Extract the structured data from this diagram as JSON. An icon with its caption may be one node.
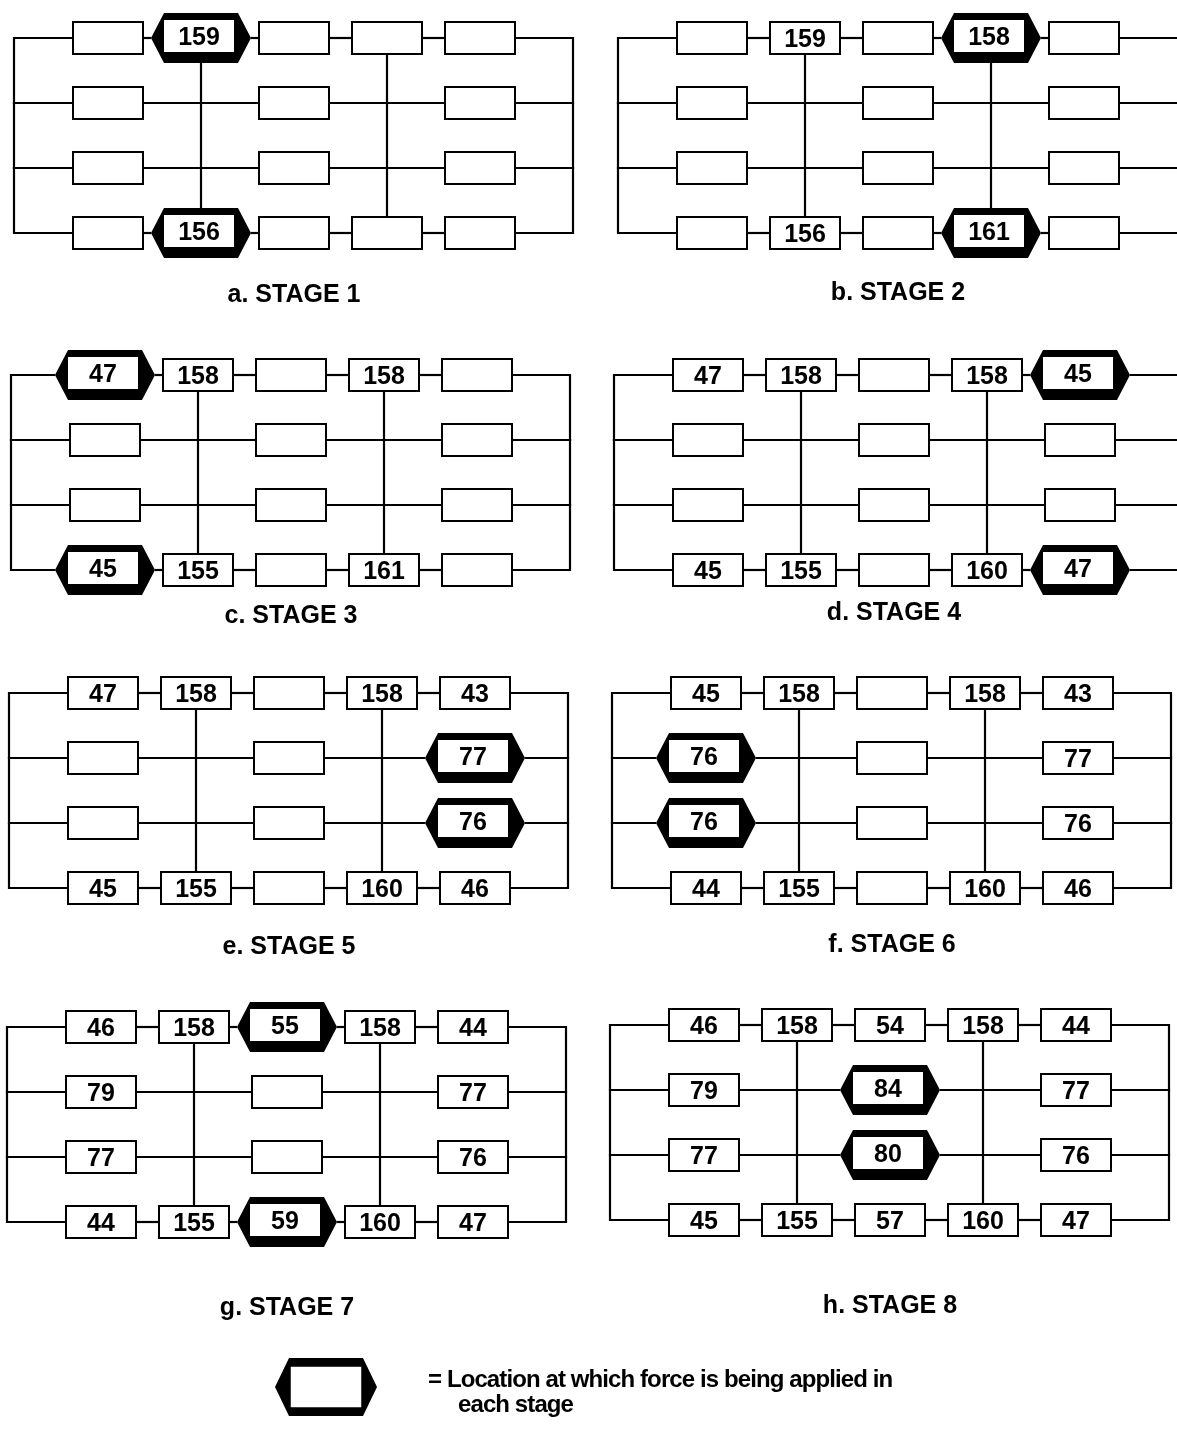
{
  "diagram": {
    "nodes": [
      {
        "text": [],
        "shape": "box"
      },
      {
        "text": [],
        "shape": "hexagon"
      },
      {
        "text": [
          "159"
        ],
        "in": 1
      },
      {
        "text": [],
        "shape": "box"
      },
      {
        "text": [],
        "shape": "box"
      },
      {
        "text": [],
        "shape": "box"
      },
      {
        "text": [],
        "shape": "box"
      },
      {
        "text": [],
        "shape": "box"
      },
      {
        "text": [],
        "shape": "box"
      },
      {
        "text": [],
        "shape": "box"
      },
      {
        "text": [],
        "shape": "box"
      },
      {
        "text": [],
        "shape": "box"
      },
      {
        "text": [],
        "shape": "box"
      },
      {
        "text": [],
        "shape": "hexagon"
      },
      {
        "text": [
          "156"
        ],
        "in": 13
      },
      {
        "text": [],
        "shape": "box"
      },
      {
        "text": [],
        "shape": "box"
      },
      {
        "text": [],
        "shape": "box"
      },
      {
        "text": [],
        "shape": "box"
      },
      {
        "text": [
          "159"
        ]
      },
      {
        "text": [],
        "shape": "box"
      },
      {
        "text": [],
        "shape": "hexagon"
      },
      {
        "text": [
          "158"
        ],
        "in": 21
      },
      {
        "text": [],
        "shape": "box"
      },
      {
        "text": [],
        "shape": "box"
      },
      {
        "text": [],
        "shape": "box"
      },
      {
        "text": [],
        "shape": "box"
      },
      {
        "text": [],
        "shape": "box"
      },
      {
        "text": [],
        "shape": "box"
      },
      {
        "text": [],
        "shape": "box"
      },
      {
        "text": [],
        "shape": "box"
      },
      {
        "text": [
          "156"
        ]
      },
      {
        "text": [],
        "shape": "box"
      },
      {
        "text": [],
        "shape": "hexagon"
      },
      {
        "text": [
          "161"
        ],
        "in": 33
      },
      {
        "text": [],
        "shape": "box"
      },
      {
        "text": [],
        "shape": "hexagon"
      },
      {
        "text": [
          "47"
        ],
        "in": 36
      },
      {
        "text": [
          "158"
        ]
      },
      {
        "text": [],
        "shape": "box"
      },
      {
        "text": [
          "158"
        ]
      },
      {
        "text": [],
        "shape": "box"
      },
      {
        "text": [],
        "shape": "box"
      },
      {
        "text": [],
        "shape": "box"
      },
      {
        "text": [],
        "shape": "box"
      },
      {
        "text": [],
        "shape": "box"
      },
      {
        "text": [],
        "shape": "box"
      },
      {
        "text": [],
        "shape": "box"
      },
      {
        "text": [],
        "shape": "hexagon"
      },
      {
        "text": [
          "45"
        ],
        "in": 48
      },
      {
        "text": [
          "155"
        ]
      },
      {
        "text": [],
        "shape": "box"
      },
      {
        "text": [
          "161"
        ]
      },
      {
        "text": [],
        "shape": "box"
      },
      {
        "text": [
          "47"
        ]
      },
      {
        "text": [
          "158"
        ]
      },
      {
        "text": [],
        "shape": "box"
      },
      {
        "text": [
          "158"
        ]
      },
      {
        "text": [],
        "shape": "hexagon"
      },
      {
        "text": [
          "45"
        ],
        "in": 58
      },
      {
        "text": [],
        "shape": "box"
      },
      {
        "text": [],
        "shape": "box"
      },
      {
        "text": [],
        "shape": "box"
      },
      {
        "text": [],
        "shape": "box"
      },
      {
        "text": [],
        "shape": "box"
      },
      {
        "text": [],
        "shape": "box"
      },
      {
        "text": [
          "45"
        ]
      },
      {
        "text": [
          "155"
        ]
      },
      {
        "text": [],
        "shape": "box"
      },
      {
        "text": [
          "160"
        ]
      },
      {
        "text": [],
        "shape": "hexagon"
      },
      {
        "text": [
          "47"
        ],
        "in": 70
      },
      {
        "text": [
          "47"
        ]
      },
      {
        "text": [
          "158"
        ]
      },
      {
        "text": [],
        "shape": "box"
      },
      {
        "text": [
          "158"
        ]
      },
      {
        "text": [
          "43"
        ]
      },
      {
        "text": [],
        "shape": "box"
      },
      {
        "text": [],
        "shape": "box"
      },
      {
        "text": [],
        "shape": "hexagon"
      },
      {
        "text": [
          "77"
        ],
        "in": 79
      },
      {
        "text": [],
        "shape": "box"
      },
      {
        "text": [],
        "shape": "box"
      },
      {
        "text": [],
        "shape": "hexagon"
      },
      {
        "text": [
          "76"
        ],
        "in": 83
      },
      {
        "text": [
          "45"
        ]
      },
      {
        "text": [
          "155"
        ]
      },
      {
        "text": [],
        "shape": "box"
      },
      {
        "text": [
          "160"
        ]
      },
      {
        "text": [
          "46"
        ]
      },
      {
        "text": [
          "45"
        ]
      },
      {
        "text": [
          "158"
        ]
      },
      {
        "text": [],
        "shape": "box"
      },
      {
        "text": [
          "158"
        ]
      },
      {
        "text": [
          "43"
        ]
      },
      {
        "text": [],
        "shape": "hexagon"
      },
      {
        "text": [
          "76"
        ],
        "in": 95
      },
      {
        "text": [],
        "shape": "box"
      },
      {
        "text": [
          "77"
        ]
      },
      {
        "text": [],
        "shape": "hexagon"
      },
      {
        "text": [
          "76"
        ],
        "in": 99
      },
      {
        "text": [],
        "shape": "box"
      },
      {
        "text": [
          "76"
        ]
      },
      {
        "text": [
          "44"
        ]
      },
      {
        "text": [
          "155"
        ]
      },
      {
        "text": [],
        "shape": "box"
      },
      {
        "text": [
          "160"
        ]
      },
      {
        "text": [
          "46"
        ]
      },
      {
        "text": [
          "46"
        ]
      },
      {
        "text": [
          "158"
        ]
      },
      {
        "text": [],
        "shape": "hexagon"
      },
      {
        "text": [
          "55"
        ],
        "in": 110
      },
      {
        "text": [
          "158"
        ]
      },
      {
        "text": [
          "44"
        ]
      },
      {
        "text": [
          "79"
        ]
      },
      {
        "text": [],
        "shape": "box"
      },
      {
        "text": [
          "77"
        ]
      },
      {
        "text": [
          "77"
        ]
      },
      {
        "text": [],
        "shape": "box"
      },
      {
        "text": [
          "76"
        ]
      },
      {
        "text": [
          "44"
        ]
      },
      {
        "text": [
          "155"
        ]
      },
      {
        "text": [],
        "shape": "hexagon"
      },
      {
        "text": [
          "59"
        ],
        "in": 122
      },
      {
        "text": [
          "160"
        ]
      },
      {
        "text": [
          "47"
        ]
      },
      {
        "text": [
          "46"
        ]
      },
      {
        "text": [
          "158"
        ]
      },
      {
        "text": [
          "54"
        ]
      },
      {
        "text": [
          "158"
        ]
      },
      {
        "text": [
          "44"
        ]
      },
      {
        "text": [
          "79"
        ]
      },
      {
        "text": [],
        "shape": "hexagon"
      },
      {
        "text": [
          "84"
        ],
        "in": 132
      },
      {
        "text": [
          "77"
        ]
      },
      {
        "text": [
          "77"
        ]
      },
      {
        "text": [],
        "shape": "hexagon"
      },
      {
        "text": [
          "80"
        ],
        "in": 136
      },
      {
        "text": [
          "76"
        ]
      },
      {
        "text": [
          "45"
        ]
      },
      {
        "text": [
          "155"
        ]
      },
      {
        "text": [
          "57"
        ]
      },
      {
        "text": [
          "160"
        ]
      },
      {
        "text": [
          "47"
        ]
      }
    ],
    "edges": [
      {
        "from": 0,
        "to": 1,
        "arrow": "none"
      },
      {
        "from": 1,
        "to": 3,
        "arrow": "none"
      },
      {
        "from": 3,
        "to": 4,
        "arrow": "none"
      },
      {
        "from": 4,
        "to": 5,
        "arrow": "none"
      },
      {
        "from": 6,
        "to": 7,
        "arrow": "none"
      },
      {
        "from": 7,
        "to": 8,
        "arrow": "none"
      },
      {
        "from": 9,
        "to": 10,
        "arrow": "none"
      },
      {
        "from": 10,
        "to": 11,
        "arrow": "none"
      },
      {
        "from": 12,
        "to": 13,
        "arrow": "none"
      },
      {
        "from": 13,
        "to": 15,
        "arrow": "none"
      },
      {
        "from": 15,
        "to": 16,
        "arrow": "none"
      },
      {
        "from": 16,
        "to": 17,
        "arrow": "none"
      },
      {
        "from": 1,
        "to": 13,
        "arrow": "none"
      },
      {
        "from": 4,
        "to": 16,
        "arrow": "none"
      },
      {
        "from": 0,
        "to": 6,
        "arrow": "none"
      },
      {
        "from": 6,
        "to": 9,
        "arrow": "none"
      },
      {
        "from": 9,
        "to": 12,
        "arrow": "none"
      },
      {
        "from": 5,
        "to": 8,
        "arrow": "none"
      },
      {
        "from": 8,
        "to": 11,
        "arrow": "none"
      },
      {
        "from": 11,
        "to": 17,
        "arrow": "none"
      },
      {
        "from": 18,
        "to": 19,
        "arrow": "none"
      },
      {
        "from": 19,
        "to": 20,
        "arrow": "none"
      },
      {
        "from": 20,
        "to": 21,
        "arrow": "none"
      },
      {
        "from": 21,
        "to": 23,
        "arrow": "none"
      },
      {
        "from": 24,
        "to": 25,
        "arrow": "none"
      },
      {
        "from": 25,
        "to": 26,
        "arrow": "none"
      },
      {
        "from": 27,
        "to": 28,
        "arrow": "none"
      },
      {
        "from": 28,
        "to": 29,
        "arrow": "none"
      },
      {
        "from": 30,
        "to": 31,
        "arrow": "none"
      },
      {
        "from": 31,
        "to": 32,
        "arrow": "none"
      },
      {
        "from": 32,
        "to": 33,
        "arrow": "none"
      },
      {
        "from": 33,
        "to": 35,
        "arrow": "none"
      },
      {
        "from": 19,
        "to": 31,
        "arrow": "none"
      },
      {
        "from": 21,
        "to": 33,
        "arrow": "none"
      },
      {
        "from": 18,
        "to": 24,
        "arrow": "none"
      },
      {
        "from": 24,
        "to": 27,
        "arrow": "none"
      },
      {
        "from": 27,
        "to": 30,
        "arrow": "none"
      },
      {
        "from": 23,
        "to": null,
        "arrow": "none"
      },
      {
        "from": 26,
        "to": null,
        "arrow": "none"
      },
      {
        "from": 29,
        "to": null,
        "arrow": "none"
      },
      {
        "from": 35,
        "to": null,
        "arrow": "none"
      },
      {
        "from": 36,
        "to": 38,
        "arrow": "none"
      },
      {
        "from": 38,
        "to": 39,
        "arrow": "none"
      },
      {
        "from": 39,
        "to": 40,
        "arrow": "none"
      },
      {
        "from": 40,
        "to": 41,
        "arrow": "none"
      },
      {
        "from": 42,
        "to": 43,
        "arrow": "none"
      },
      {
        "from": 43,
        "to": 44,
        "arrow": "none"
      },
      {
        "from": 45,
        "to": 46,
        "arrow": "none"
      },
      {
        "from": 46,
        "to": 47,
        "arrow": "none"
      },
      {
        "from": 48,
        "to": 50,
        "arrow": "none"
      },
      {
        "from": 50,
        "to": 51,
        "arrow": "none"
      },
      {
        "from": 51,
        "to": 52,
        "arrow": "none"
      },
      {
        "from": 52,
        "to": 53,
        "arrow": "none"
      },
      {
        "from": 38,
        "to": 50,
        "arrow": "none"
      },
      {
        "from": 40,
        "to": 52,
        "arrow": "none"
      },
      {
        "from": 36,
        "to": 42,
        "arrow": "none"
      },
      {
        "from": 42,
        "to": 45,
        "arrow": "none"
      },
      {
        "from": 45,
        "to": 48,
        "arrow": "none"
      },
      {
        "from": 41,
        "to": 44,
        "arrow": "none"
      },
      {
        "from": 44,
        "to": 47,
        "arrow": "none"
      },
      {
        "from": 47,
        "to": 53,
        "arrow": "none"
      },
      {
        "from": 54,
        "to": 55,
        "arrow": "none"
      },
      {
        "from": 55,
        "to": 56,
        "arrow": "none"
      },
      {
        "from": 56,
        "to": 57,
        "arrow": "none"
      },
      {
        "from": 57,
        "to": 58,
        "arrow": "none"
      },
      {
        "from": 60,
        "to": 61,
        "arrow": "none"
      },
      {
        "from": 61,
        "to": 62,
        "arrow": "none"
      },
      {
        "from": 63,
        "to": 64,
        "arrow": "none"
      },
      {
        "from": 64,
        "to": 65,
        "arrow": "none"
      },
      {
        "from": 66,
        "to": 67,
        "arrow": "none"
      },
      {
        "from": 67,
        "to": 68,
        "arrow": "none"
      },
      {
        "from": 68,
        "to": 69,
        "arrow": "none"
      },
      {
        "from": 69,
        "to": 70,
        "arrow": "none"
      },
      {
        "from": 55,
        "to": 67,
        "arrow": "none"
      },
      {
        "from": 57,
        "to": 69,
        "arrow": "none"
      },
      {
        "from": 54,
        "to": 60,
        "arrow": "none"
      },
      {
        "from": 60,
        "to": 63,
        "arrow": "none"
      },
      {
        "from": 63,
        "to": 66,
        "arrow": "none"
      },
      {
        "from": 58,
        "to": null,
        "arrow": "none"
      },
      {
        "from": 62,
        "to": null,
        "arrow": "none"
      },
      {
        "from": 65,
        "to": null,
        "arrow": "none"
      },
      {
        "from": 70,
        "to": null,
        "arrow": "none"
      },
      {
        "from": 72,
        "to": 73,
        "arrow": "none"
      },
      {
        "from": 73,
        "to": 74,
        "arrow": "none"
      },
      {
        "from": 74,
        "to": 75,
        "arrow": "none"
      },
      {
        "from": 75,
        "to": 76,
        "arrow": "none"
      },
      {
        "from": 77,
        "to": 78,
        "arrow": "none"
      },
      {
        "from": 78,
        "to": 79,
        "arrow": "none"
      },
      {
        "from": 81,
        "to": 82,
        "arrow": "none"
      },
      {
        "from": 82,
        "to": 83,
        "arrow": "none"
      },
      {
        "from": 85,
        "to": 86,
        "arrow": "none"
      },
      {
        "from": 86,
        "to": 87,
        "arrow": "none"
      },
      {
        "from": 87,
        "to": 88,
        "arrow": "none"
      },
      {
        "from": 88,
        "to": 89,
        "arrow": "none"
      },
      {
        "from": 73,
        "to": 86,
        "arrow": "none"
      },
      {
        "from": 75,
        "to": 88,
        "arrow": "none"
      },
      {
        "from": 72,
        "to": 77,
        "arrow": "none"
      },
      {
        "from": 77,
        "to": 81,
        "arrow": "none"
      },
      {
        "from": 81,
        "to": 85,
        "arrow": "none"
      },
      {
        "from": 76,
        "to": 79,
        "arrow": "none"
      },
      {
        "from": 79,
        "to": 83,
        "arrow": "none"
      },
      {
        "from": 83,
        "to": 89,
        "arrow": "none"
      },
      {
        "from": 90,
        "to": 91,
        "arrow": "none"
      },
      {
        "from": 91,
        "to": 92,
        "arrow": "none"
      },
      {
        "from": 92,
        "to": 93,
        "arrow": "none"
      },
      {
        "from": 93,
        "to": 94,
        "arrow": "none"
      },
      {
        "from": 95,
        "to": 97,
        "arrow": "none"
      },
      {
        "from": 97,
        "to": 98,
        "arrow": "none"
      },
      {
        "from": 99,
        "to": 101,
        "arrow": "none"
      },
      {
        "from": 101,
        "to": 102,
        "arrow": "none"
      },
      {
        "from": 103,
        "to": 104,
        "arrow": "none"
      },
      {
        "from": 104,
        "to": 105,
        "arrow": "none"
      },
      {
        "from": 105,
        "to": 106,
        "arrow": "none"
      },
      {
        "from": 106,
        "to": 107,
        "arrow": "none"
      },
      {
        "from": 91,
        "to": 104,
        "arrow": "none"
      },
      {
        "from": 93,
        "to": 106,
        "arrow": "none"
      },
      {
        "from": 90,
        "to": 95,
        "arrow": "none"
      },
      {
        "from": 95,
        "to": 99,
        "arrow": "none"
      },
      {
        "from": 99,
        "to": 103,
        "arrow": "none"
      },
      {
        "from": 94,
        "to": 98,
        "arrow": "none"
      },
      {
        "from": 98,
        "to": 102,
        "arrow": "none"
      },
      {
        "from": 102,
        "to": 107,
        "arrow": "none"
      },
      {
        "from": 108,
        "to": 109,
        "arrow": "none"
      },
      {
        "from": 109,
        "to": 110,
        "arrow": "none"
      },
      {
        "from": 110,
        "to": 112,
        "arrow": "none"
      },
      {
        "from": 112,
        "to": 113,
        "arrow": "none"
      },
      {
        "from": 114,
        "to": 115,
        "arrow": "none"
      },
      {
        "from": 115,
        "to": 116,
        "arrow": "none"
      },
      {
        "from": 117,
        "to": 118,
        "arrow": "none"
      },
      {
        "from": 118,
        "to": 119,
        "arrow": "none"
      },
      {
        "from": 120,
        "to": 121,
        "arrow": "none"
      },
      {
        "from": 121,
        "to": 122,
        "arrow": "none"
      },
      {
        "from": 122,
        "to": 124,
        "arrow": "none"
      },
      {
        "from": 124,
        "to": 125,
        "arrow": "none"
      },
      {
        "from": 109,
        "to": 121,
        "arrow": "none"
      },
      {
        "from": 112,
        "to": 124,
        "arrow": "none"
      },
      {
        "from": 108,
        "to": 114,
        "arrow": "none"
      },
      {
        "from": 114,
        "to": 117,
        "arrow": "none"
      },
      {
        "from": 117,
        "to": 120,
        "arrow": "none"
      },
      {
        "from": 113,
        "to": 116,
        "arrow": "none"
      },
      {
        "from": 116,
        "to": 119,
        "arrow": "none"
      },
      {
        "from": 119,
        "to": 125,
        "arrow": "none"
      },
      {
        "from": 126,
        "to": 127,
        "arrow": "none"
      },
      {
        "from": 127,
        "to": 128,
        "arrow": "none"
      },
      {
        "from": 128,
        "to": 129,
        "arrow": "none"
      },
      {
        "from": 129,
        "to": 130,
        "arrow": "none"
      },
      {
        "from": 131,
        "to": 132,
        "arrow": "none"
      },
      {
        "from": 132,
        "to": 134,
        "arrow": "none"
      },
      {
        "from": 135,
        "to": 136,
        "arrow": "none"
      },
      {
        "from": 136,
        "to": 138,
        "arrow": "none"
      },
      {
        "from": 139,
        "to": 140,
        "arrow": "none"
      },
      {
        "from": 140,
        "to": 141,
        "arrow": "none"
      },
      {
        "from": 141,
        "to": 142,
        "arrow": "none"
      },
      {
        "from": 142,
        "to": 143,
        "arrow": "none"
      },
      {
        "from": 127,
        "to": 140,
        "arrow": "none"
      },
      {
        "from": 129,
        "to": 142,
        "arrow": "none"
      },
      {
        "from": 126,
        "to": 131,
        "arrow": "none"
      },
      {
        "from": 131,
        "to": 135,
        "arrow": "none"
      },
      {
        "from": 135,
        "to": 139,
        "arrow": "none"
      },
      {
        "from": 130,
        "to": 134,
        "arrow": "none"
      },
      {
        "from": 134,
        "to": 138,
        "arrow": "none"
      },
      {
        "from": 138,
        "to": 143,
        "arrow": "none"
      }
    ],
    "labels": [
      "a. STAGE 1",
      "b. STAGE 2",
      "c. STAGE 3",
      "d. STAGE 4",
      "e. STAGE 5",
      "f. STAGE 6",
      "g. STAGE 7",
      "h. STAGE 8"
    ],
    "legend": [
      {
        "text": "= Location at which force is being applied in each stage"
      }
    ]
  }
}
